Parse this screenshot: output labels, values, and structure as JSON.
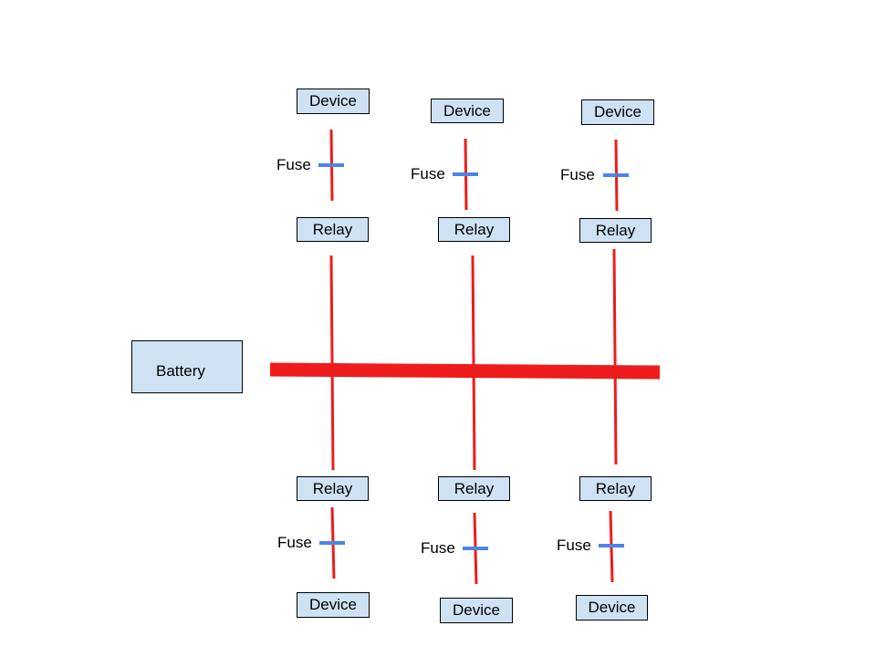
{
  "labels": {
    "battery": "Battery",
    "device": "Device",
    "relay": "Relay",
    "fuse": "Fuse"
  },
  "colors": {
    "wire": "#ee1c1c",
    "fuse": "#4a86e8",
    "box_fill": "#cfe2f3",
    "box_border": "#000000"
  }
}
